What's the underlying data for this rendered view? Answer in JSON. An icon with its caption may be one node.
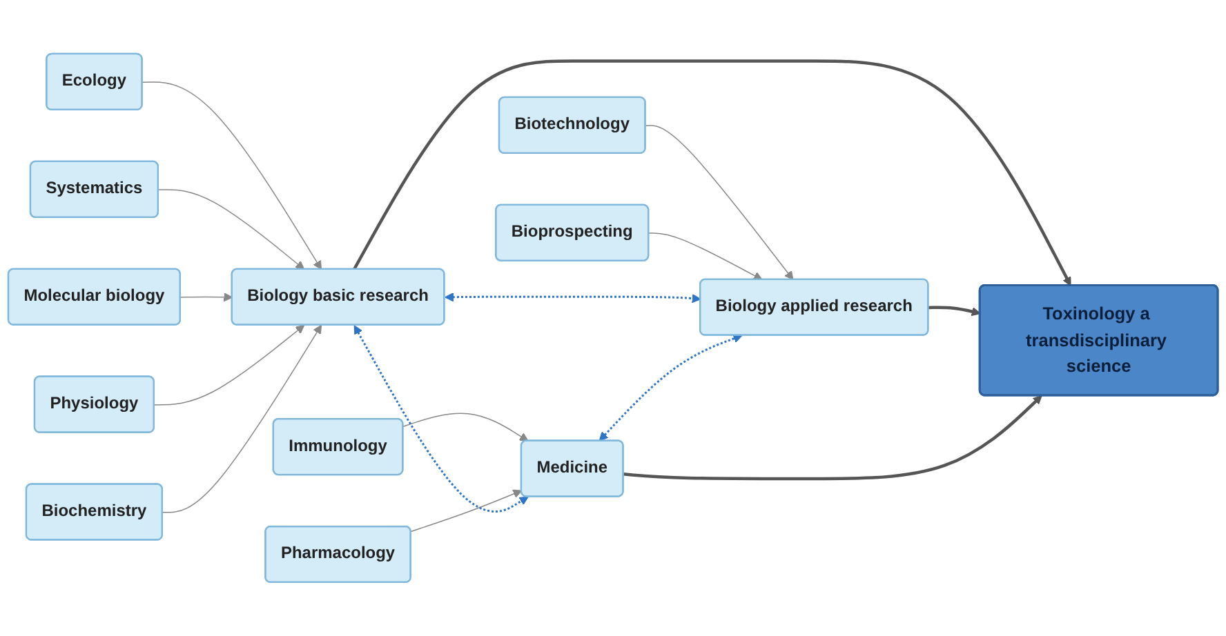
{
  "diagram": {
    "nodes": [
      {
        "text": [
          "Ecology"
        ]
      },
      {
        "text": [
          "Biotechnology"
        ]
      },
      {
        "text": [
          "Systematics"
        ]
      },
      {
        "text": [
          "Molecular biology"
        ]
      },
      {
        "text": [
          "Biology basic research"
        ]
      },
      {
        "text": [
          "Toxinology a transdisciplinary science"
        ]
      },
      {
        "text": [
          "Biology applied research"
        ]
      },
      {
        "text": [
          "Physiology"
        ]
      },
      {
        "text": [
          "Biochemistry"
        ]
      },
      {
        "text": [
          "Medicine"
        ]
      },
      {
        "text": [
          "Bioprospecting"
        ]
      },
      {
        "text": [
          "Immunology"
        ]
      },
      {
        "text": [
          "Pharmacology"
        ]
      }
    ],
    "edges": [
      {
        "from": 0,
        "to": 4,
        "arrow": "to"
      },
      {
        "from": 2,
        "to": 4,
        "arrow": "to"
      },
      {
        "from": 3,
        "to": 4,
        "arrow": "to"
      },
      {
        "from": 7,
        "to": 4,
        "arrow": "to"
      },
      {
        "from": 8,
        "to": 4,
        "arrow": "to"
      },
      {
        "from": 1,
        "to": 6,
        "arrow": "to"
      },
      {
        "from": 10,
        "to": 6,
        "arrow": "to"
      },
      {
        "from": 11,
        "to": 9,
        "arrow": "to"
      },
      {
        "from": 12,
        "to": 9,
        "arrow": "to"
      },
      {
        "from": 4,
        "to": 5,
        "arrow": "to",
        "style": "thick",
        "color": "#555555"
      },
      {
        "from": 6,
        "to": 5,
        "arrow": "to",
        "style": "thick",
        "color": "#555555"
      },
      {
        "from": 9,
        "to": 5,
        "arrow": "to",
        "style": "thick",
        "color": "#555555"
      },
      {
        "from": 4,
        "to": 6,
        "arrow": "both",
        "style": "dashed",
        "color": "#2e75c8"
      },
      {
        "from": 4,
        "to": 9,
        "arrow": "both",
        "style": "dashed",
        "color": "#2e75c8"
      },
      {
        "from": 9,
        "to": 6,
        "arrow": "both",
        "style": "dashed",
        "color": "#2e75c8"
      }
    ]
  }
}
